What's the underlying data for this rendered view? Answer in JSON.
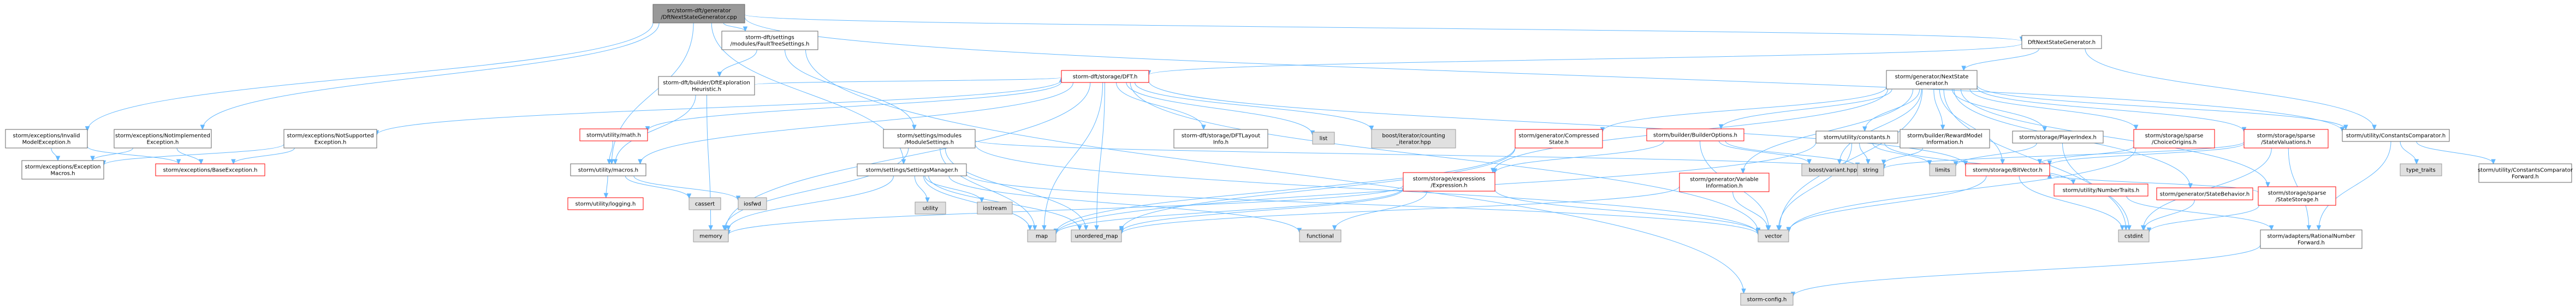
{
  "colors": {
    "edge": "#63b8ff",
    "root_fill": "#999999",
    "root_stroke": "#666666",
    "node_fill": "#ffffff",
    "node_stroke": "#666666",
    "hl_stroke": "#ff0000",
    "ext_fill": "#e0e0e0",
    "ext_stroke": "#999999",
    "text": "#000000"
  },
  "nodes": [
    {
      "id": "root",
      "lines": [
        "src/storm-dft/generator",
        "/DftNextStateGenerator.cpp"
      ],
      "kind": "root"
    },
    {
      "id": "dft_next_state_gen",
      "lines": [
        "DftNextStateGenerator.h"
      ],
      "kind": "normal"
    },
    {
      "id": "fault_tree_settings",
      "lines": [
        "storm-dft/settings",
        "/modules/FaultTreeSettings.h"
      ],
      "kind": "normal"
    },
    {
      "id": "dft_exploration_heuristic",
      "lines": [
        "storm-dft/builder/DftExploration",
        "Heuristic.h"
      ],
      "kind": "normal"
    },
    {
      "id": "invalid_model_exception",
      "lines": [
        "storm/exceptions/Invalid",
        "ModelException.h"
      ],
      "kind": "normal"
    },
    {
      "id": "not_implemented_exception",
      "lines": [
        "storm/exceptions/NotImplemented",
        "Exception.h"
      ],
      "kind": "normal"
    },
    {
      "id": "not_supported_exception",
      "lines": [
        "storm/exceptions/NotSupported",
        "Exception.h"
      ],
      "kind": "normal"
    },
    {
      "id": "exception_macros",
      "lines": [
        "storm/exceptions/Exception",
        "Macros.h"
      ],
      "kind": "normal"
    },
    {
      "id": "base_exception",
      "lines": [
        "storm/exceptions/BaseException.h"
      ],
      "kind": "hl"
    },
    {
      "id": "dft_h",
      "lines": [
        "storm-dft/storage/DFT.h"
      ],
      "kind": "hl"
    },
    {
      "id": "math_h",
      "lines": [
        "storm/utility/math.h"
      ],
      "kind": "hl"
    },
    {
      "id": "macros_h",
      "lines": [
        "storm/utility/macros.h"
      ],
      "kind": "normal"
    },
    {
      "id": "logging_h",
      "lines": [
        "storm/utility/logging.h"
      ],
      "kind": "hl"
    },
    {
      "id": "cassert",
      "lines": [
        "cassert"
      ],
      "kind": "ext"
    },
    {
      "id": "iosfwd",
      "lines": [
        "iosfwd"
      ],
      "kind": "ext"
    },
    {
      "id": "module_settings",
      "lines": [
        "storm/settings/modules",
        "/ModuleSettings.h"
      ],
      "kind": "normal"
    },
    {
      "id": "settings_manager",
      "lines": [
        "storm/settings/SettingsManager.h"
      ],
      "kind": "normal"
    },
    {
      "id": "memory",
      "lines": [
        "memory"
      ],
      "kind": "ext"
    },
    {
      "id": "utility",
      "lines": [
        "utility"
      ],
      "kind": "ext"
    },
    {
      "id": "iostream",
      "lines": [
        "iostream"
      ],
      "kind": "ext"
    },
    {
      "id": "unordered_map",
      "lines": [
        "unordered_map"
      ],
      "kind": "ext"
    },
    {
      "id": "map",
      "lines": [
        "map"
      ],
      "kind": "ext"
    },
    {
      "id": "functional",
      "lines": [
        "functional"
      ],
      "kind": "ext"
    },
    {
      "id": "storm_config",
      "lines": [
        "storm-config.h"
      ],
      "kind": "ext"
    },
    {
      "id": "dft_layout_info",
      "lines": [
        "storm-dft/storage/DFTLayout",
        "Info.h"
      ],
      "kind": "normal"
    },
    {
      "id": "list",
      "lines": [
        "list"
      ],
      "kind": "ext"
    },
    {
      "id": "boost_counting_iterator",
      "lines": [
        "boost/iterator/counting",
        "_iterator.hpp"
      ],
      "kind": "ext"
    },
    {
      "id": "compressed_state",
      "lines": [
        "storm/generator/Compressed",
        "State.h"
      ],
      "kind": "hl"
    },
    {
      "id": "builder_options",
      "lines": [
        "storm/builder/BuilderOptions.h"
      ],
      "kind": "hl"
    },
    {
      "id": "variable_information",
      "lines": [
        "storm/generator/Variable",
        "Information.h"
      ],
      "kind": "hl"
    },
    {
      "id": "expression",
      "lines": [
        "storm/storage/expressions",
        "/Expression.h"
      ],
      "kind": "hl"
    },
    {
      "id": "boost_variant",
      "lines": [
        "boost/variant.hpp"
      ],
      "kind": "ext"
    },
    {
      "id": "next_state_generator",
      "lines": [
        "storm/generator/NextState",
        "Generator.h"
      ],
      "kind": "normal"
    },
    {
      "id": "reward_model_info",
      "lines": [
        "storm/builder/RewardModel",
        "Information.h"
      ],
      "kind": "normal"
    },
    {
      "id": "player_index",
      "lines": [
        "storm/storage/PlayerIndex.h"
      ],
      "kind": "normal"
    },
    {
      "id": "choice_origins",
      "lines": [
        "storm/storage/sparse",
        "/ChoiceOrigins.h"
      ],
      "kind": "hl"
    },
    {
      "id": "state_valuations",
      "lines": [
        "storm/storage/sparse",
        "/StateValuations.h"
      ],
      "kind": "hl"
    },
    {
      "id": "state_storage",
      "lines": [
        "storm/storage/sparse",
        "/StateStorage.h"
      ],
      "kind": "hl"
    },
    {
      "id": "state_behavior",
      "lines": [
        "storm/generator/StateBehavior.h"
      ],
      "kind": "hl"
    },
    {
      "id": "constants_h",
      "lines": [
        "storm/utility/constants.h"
      ],
      "kind": "normal"
    },
    {
      "id": "string",
      "lines": [
        "string"
      ],
      "kind": "ext"
    },
    {
      "id": "limits",
      "lines": [
        "limits"
      ],
      "kind": "ext"
    },
    {
      "id": "bitvector",
      "lines": [
        "storm/storage/BitVector.h"
      ],
      "kind": "hl"
    },
    {
      "id": "number_traits",
      "lines": [
        "storm/utility/NumberTraits.h"
      ],
      "kind": "hl"
    },
    {
      "id": "vector",
      "lines": [
        "vector"
      ],
      "kind": "ext"
    },
    {
      "id": "cstdint",
      "lines": [
        "cstdint"
      ],
      "kind": "ext"
    },
    {
      "id": "constants_comparator",
      "lines": [
        "storm/utility/ConstantsComparator.h"
      ],
      "kind": "normal"
    },
    {
      "id": "type_traits",
      "lines": [
        "type_traits"
      ],
      "kind": "ext"
    },
    {
      "id": "constants_comparator_fwd",
      "lines": [
        "storm/utility/ConstantsComparator",
        "Forward.h"
      ],
      "kind": "normal"
    },
    {
      "id": "rational_number_fwd",
      "lines": [
        "storm/adapters/RationalNumber",
        "Forward.h"
      ],
      "kind": "normal"
    }
  ],
  "edges": [
    [
      "root",
      "dft_next_state_gen"
    ],
    [
      "root",
      "fault_tree_settings"
    ],
    [
      "root",
      "invalid_model_exception"
    ],
    [
      "root",
      "not_implemented_exception"
    ],
    [
      "root",
      "macros_h"
    ],
    [
      "root",
      "settings_manager"
    ],
    [
      "root",
      "constants_comparator"
    ],
    [
      "fault_tree_settings",
      "dft_exploration_heuristic"
    ],
    [
      "fault_tree_settings",
      "module_settings"
    ],
    [
      "fault_tree_settings",
      "storm_config"
    ],
    [
      "dft_exploration_heuristic",
      "dft_h"
    ],
    [
      "dft_exploration_heuristic",
      "macros_h"
    ],
    [
      "dft_exploration_heuristic",
      "memory"
    ],
    [
      "invalid_model_exception",
      "exception_macros"
    ],
    [
      "invalid_model_exception",
      "base_exception"
    ],
    [
      "not_implemented_exception",
      "exception_macros"
    ],
    [
      "not_implemented_exception",
      "base_exception"
    ],
    [
      "not_supported_exception",
      "exception_macros"
    ],
    [
      "not_supported_exception",
      "base_exception"
    ],
    [
      "dft_h",
      "not_supported_exception"
    ],
    [
      "dft_h",
      "math_h"
    ],
    [
      "dft_h",
      "macros_h"
    ],
    [
      "dft_h",
      "dft_layout_info"
    ],
    [
      "dft_h",
      "list"
    ],
    [
      "dft_h",
      "boost_counting_iterator"
    ],
    [
      "dft_h",
      "memory"
    ],
    [
      "dft_h",
      "map"
    ],
    [
      "dft_h",
      "unordered_map"
    ],
    [
      "dft_h",
      "bitvector"
    ],
    [
      "dft_h",
      "vector"
    ],
    [
      "math_h",
      "macros_h"
    ],
    [
      "macros_h",
      "logging_h"
    ],
    [
      "macros_h",
      "cassert"
    ],
    [
      "macros_h",
      "iosfwd"
    ],
    [
      "module_settings",
      "memory"
    ],
    [
      "module_settings",
      "map"
    ],
    [
      "module_settings",
      "unordered_map"
    ],
    [
      "module_settings",
      "string"
    ],
    [
      "module_settings",
      "vector"
    ],
    [
      "settings_manager",
      "memory"
    ],
    [
      "settings_manager",
      "utility"
    ],
    [
      "settings_manager",
      "iostream"
    ],
    [
      "settings_manager",
      "unordered_map"
    ],
    [
      "settings_manager",
      "map"
    ],
    [
      "settings_manager",
      "vector"
    ],
    [
      "settings_manager",
      "functional"
    ],
    [
      "dft_next_state_gen",
      "next_state_generator"
    ],
    [
      "dft_next_state_gen",
      "dft_h"
    ],
    [
      "dft_next_state_gen",
      "constants_comparator"
    ],
    [
      "next_state_generator",
      "compressed_state"
    ],
    [
      "next_state_generator",
      "builder_options"
    ],
    [
      "next_state_generator",
      "variable_information"
    ],
    [
      "next_state_generator",
      "expression"
    ],
    [
      "next_state_generator",
      "boost_variant"
    ],
    [
      "next_state_generator",
      "reward_model_info"
    ],
    [
      "next_state_generator",
      "player_index"
    ],
    [
      "next_state_generator",
      "choice_origins"
    ],
    [
      "next_state_generator",
      "state_valuations"
    ],
    [
      "next_state_generator",
      "state_storage"
    ],
    [
      "next_state_generator",
      "state_behavior"
    ],
    [
      "next_state_generator",
      "constants_h"
    ],
    [
      "next_state_generator",
      "constants_comparator"
    ],
    [
      "next_state_generator",
      "bitvector"
    ],
    [
      "next_state_generator",
      "vector"
    ],
    [
      "next_state_generator",
      "cstdint"
    ],
    [
      "compressed_state",
      "map"
    ],
    [
      "compressed_state",
      "unordered_map"
    ],
    [
      "builder_options",
      "boost_variant"
    ],
    [
      "builder_options",
      "string"
    ],
    [
      "builder_options",
      "vector"
    ],
    [
      "builder_options",
      "expression"
    ],
    [
      "variable_information",
      "vector"
    ],
    [
      "variable_information",
      "unordered_map"
    ],
    [
      "expression",
      "memory"
    ],
    [
      "expression",
      "map"
    ],
    [
      "expression",
      "unordered_map"
    ],
    [
      "expression",
      "functional"
    ],
    [
      "expression",
      "vector"
    ],
    [
      "reward_model_info",
      "string"
    ],
    [
      "player_index",
      "cstdint"
    ],
    [
      "player_index",
      "limits"
    ],
    [
      "choice_origins",
      "bitvector"
    ],
    [
      "choice_origins",
      "vector"
    ],
    [
      "state_valuations",
      "bitvector"
    ],
    [
      "state_valuations",
      "cstdint"
    ],
    [
      "state_valuations",
      "rational_number_fwd"
    ],
    [
      "state_valuations",
      "string"
    ],
    [
      "state_storage",
      "bitvector"
    ],
    [
      "state_storage",
      "cstdint"
    ],
    [
      "state_behavior",
      "cstdint"
    ],
    [
      "constants_h",
      "string"
    ],
    [
      "constants_h",
      "limits"
    ],
    [
      "constants_h",
      "number_traits"
    ],
    [
      "constants_h",
      "vector"
    ],
    [
      "constants_h",
      "map"
    ],
    [
      "number_traits",
      "rational_number_fwd"
    ],
    [
      "bitvector",
      "cstdint"
    ],
    [
      "bitvector",
      "vector"
    ],
    [
      "constants_comparator",
      "type_traits"
    ],
    [
      "constants_comparator",
      "constants_comparator_fwd"
    ],
    [
      "constants_comparator",
      "rational_number_fwd"
    ],
    [
      "rational_number_fwd",
      "storm_config"
    ]
  ]
}
